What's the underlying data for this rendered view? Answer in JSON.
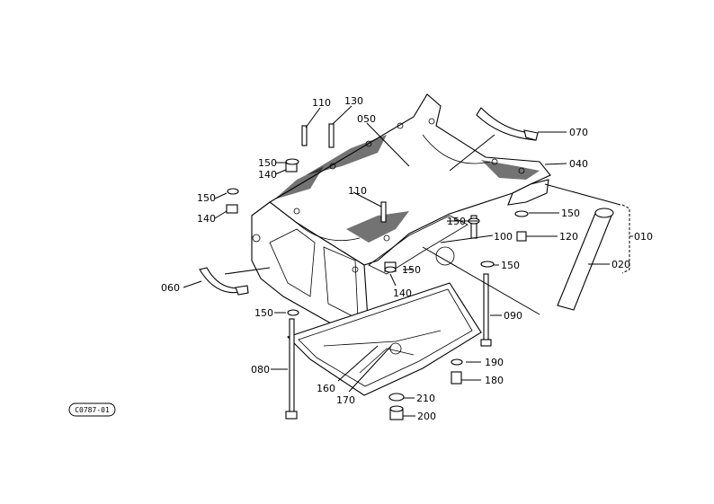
{
  "diagram": {
    "reference_code": "C0787-01",
    "callouts": [
      {
        "id": "c110a",
        "text": "110"
      },
      {
        "id": "c130",
        "text": "130"
      },
      {
        "id": "c050",
        "text": "050"
      },
      {
        "id": "c070",
        "text": "070"
      },
      {
        "id": "c040",
        "text": "040"
      },
      {
        "id": "c150a",
        "text": "150"
      },
      {
        "id": "c140a",
        "text": "140"
      },
      {
        "id": "c150b",
        "text": "150"
      },
      {
        "id": "c140b",
        "text": "140"
      },
      {
        "id": "c110b",
        "text": "110"
      },
      {
        "id": "c150c",
        "text": "150"
      },
      {
        "id": "c150d",
        "text": "150"
      },
      {
        "id": "c120",
        "text": "120"
      },
      {
        "id": "c100",
        "text": "100"
      },
      {
        "id": "c010",
        "text": "010"
      },
      {
        "id": "c150e",
        "text": "150"
      },
      {
        "id": "c020",
        "text": "020"
      },
      {
        "id": "c150f",
        "text": "150"
      },
      {
        "id": "c060",
        "text": "060"
      },
      {
        "id": "c140c",
        "text": "140"
      },
      {
        "id": "c150g",
        "text": "150"
      },
      {
        "id": "c090",
        "text": "090"
      },
      {
        "id": "c080",
        "text": "080"
      },
      {
        "id": "c190",
        "text": "190"
      },
      {
        "id": "c180",
        "text": "180"
      },
      {
        "id": "c160",
        "text": "160"
      },
      {
        "id": "c170",
        "text": "170"
      },
      {
        "id": "c210",
        "text": "210"
      },
      {
        "id": "c200",
        "text": "200"
      }
    ]
  }
}
